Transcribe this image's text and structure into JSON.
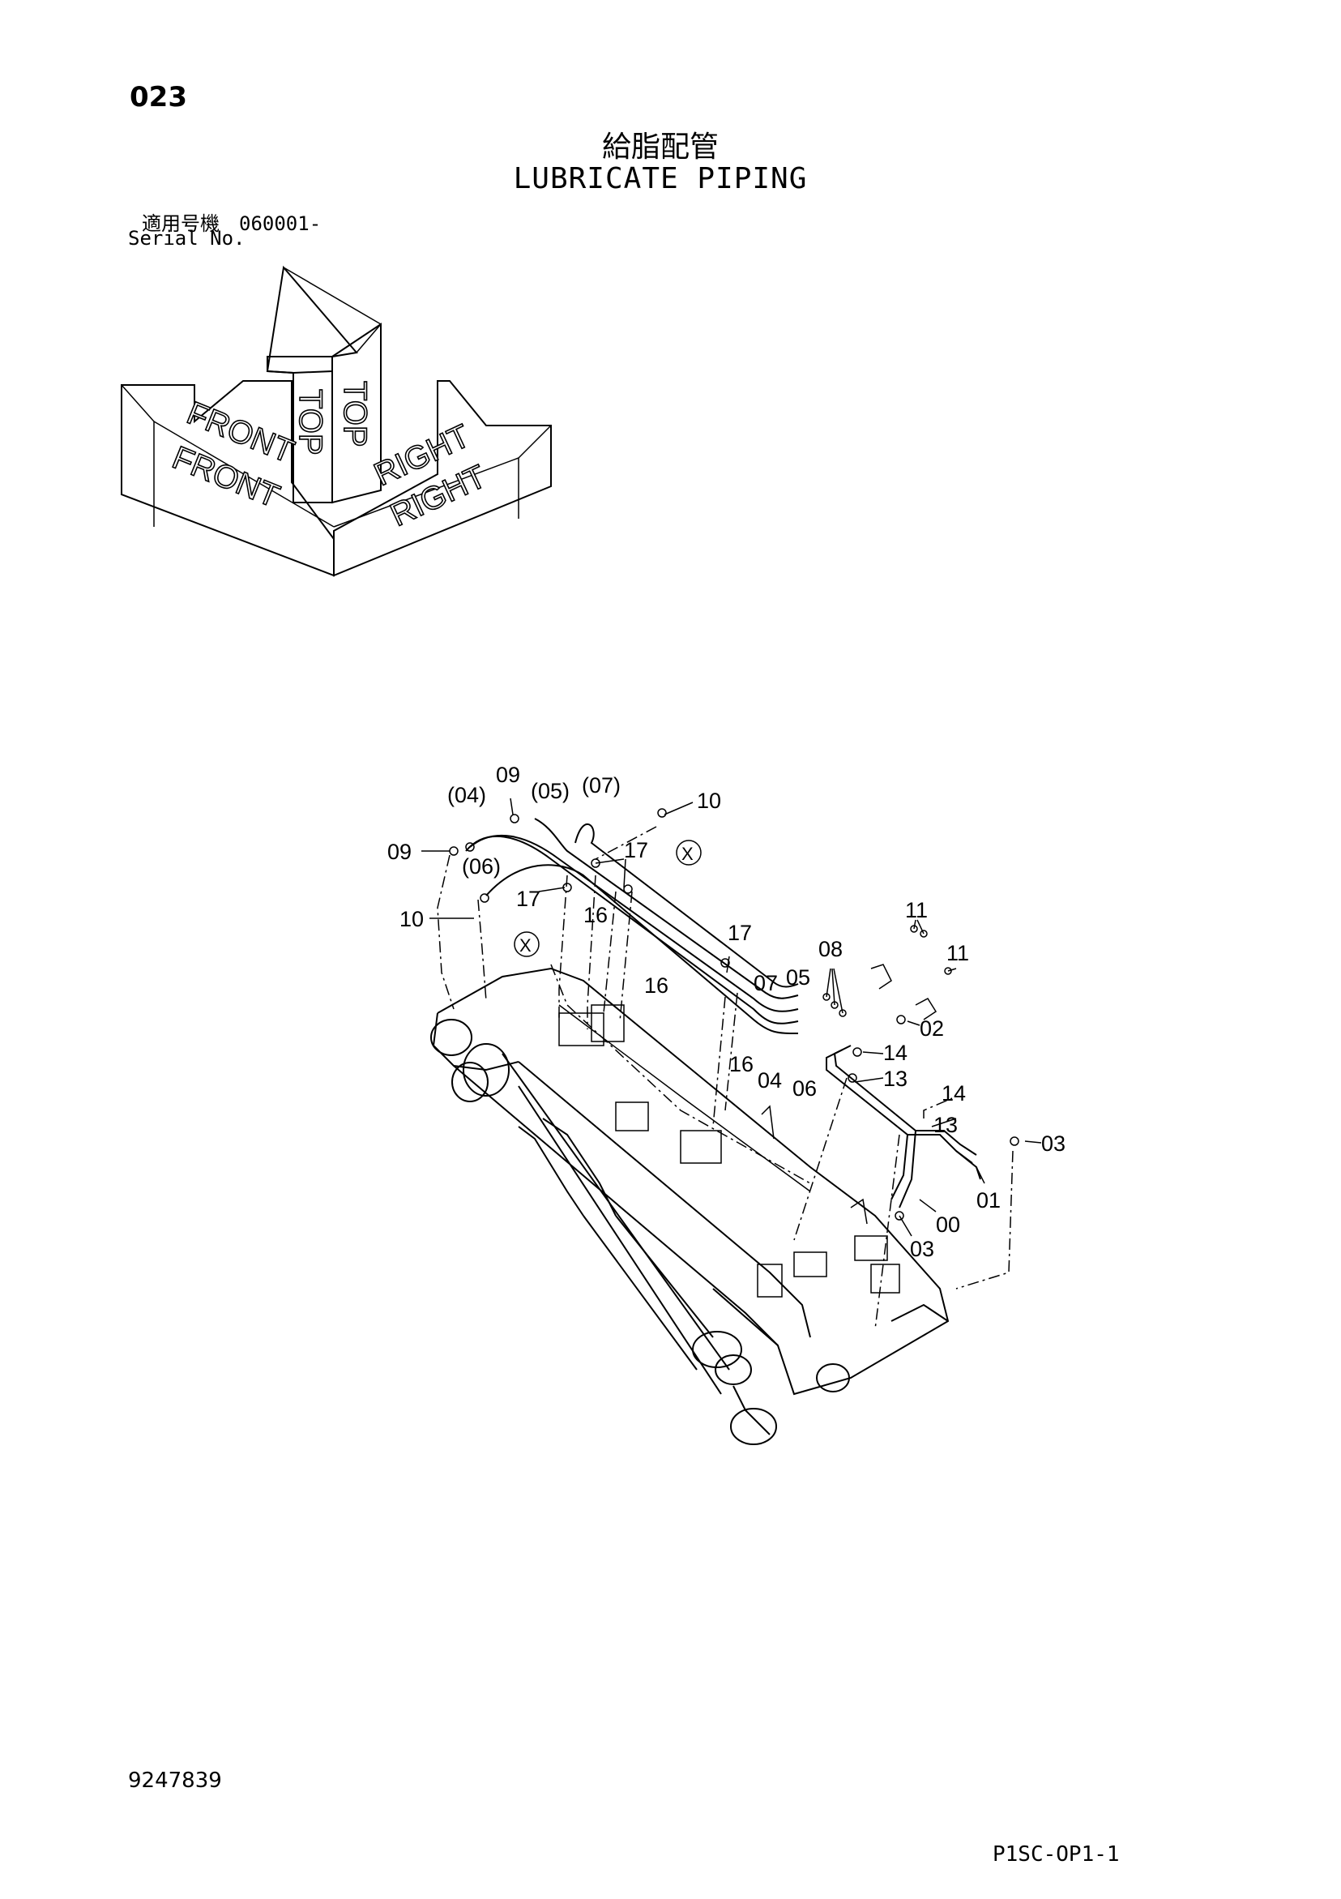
{
  "header": {
    "page_number": "023",
    "title_jp": "給脂配管",
    "title_en": "LUBRICATE PIPING",
    "serial_jp": "適用号機　060001-",
    "serial_en": "Serial No."
  },
  "orientation": {
    "top_labels": [
      "TOP",
      "TOP"
    ],
    "front_labels": [
      "FRONT",
      "FRONT"
    ],
    "right_labels": [
      "RIGHT",
      "RIGHT"
    ]
  },
  "callouts": [
    "(04)",
    "09",
    "(05)",
    "(07)",
    "10",
    "09",
    "(06)",
    "17",
    "17",
    "10",
    "X",
    "X",
    "16",
    "16",
    "17",
    "16",
    "11",
    "08",
    "11",
    "07",
    "05",
    "02",
    "16",
    "04",
    "06",
    "14",
    "13",
    "14",
    "13",
    "03",
    "01",
    "00",
    "03"
  ],
  "footer": {
    "drawing_number": "9247839",
    "sheet_code": "P1SC-OP1-1"
  }
}
